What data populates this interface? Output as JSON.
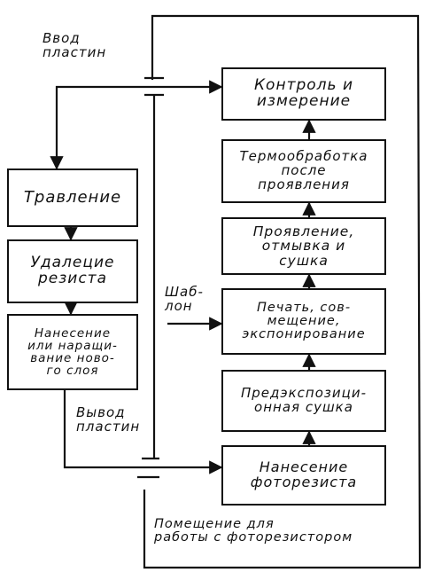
{
  "labels": {
    "input": "Ввод\nпластин",
    "output": "Вывод\nпластин",
    "template": "Шаб-\nлон",
    "room": "Помещение для\nработы с фоторезистором"
  },
  "blocks": {
    "etching": "Травление",
    "resist_removal": "Удалецие\nрезиста",
    "new_layer": "Нанесение\nили наращи-\nвание ново-\nго слоя",
    "control": "Контроль и\nизмерение",
    "post_bake": "Термообработка\nпосле\nпроявления",
    "development": "Проявление,\nотмывка и\nсушка",
    "exposure": "Печать, сов-\nмещение,\nэкспонирование",
    "pre_bake": "Предэкспозици-\nонная сушка",
    "photoresist_coating": "Нанесение\nфоторезиста"
  }
}
